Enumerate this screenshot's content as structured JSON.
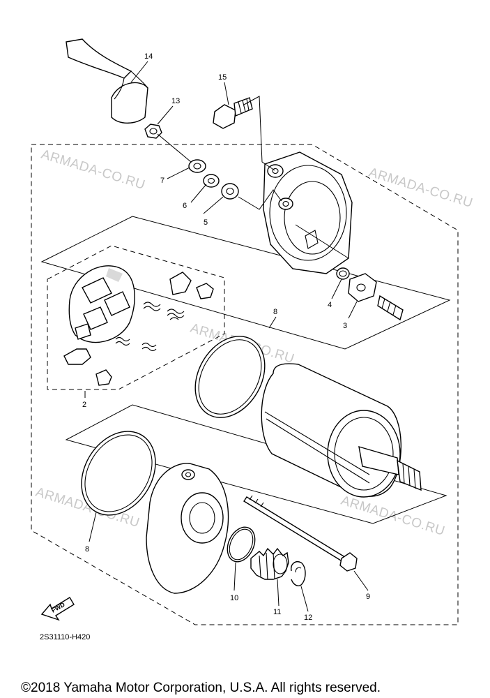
{
  "watermark": "ARMADA-CO.RU",
  "callouts": [
    "14",
    "15",
    "13",
    "7",
    "6",
    "5",
    "4",
    "3",
    "8",
    "2",
    "8",
    "10",
    "11",
    "12",
    "9"
  ],
  "diagram_code": "2S31110-H420",
  "fwd_label": "FWD",
  "copyright": "©2018 Yamaha Motor Corporation, U.S.A. All rights reserved.",
  "icons": [
    "fwd-arrow-icon"
  ]
}
